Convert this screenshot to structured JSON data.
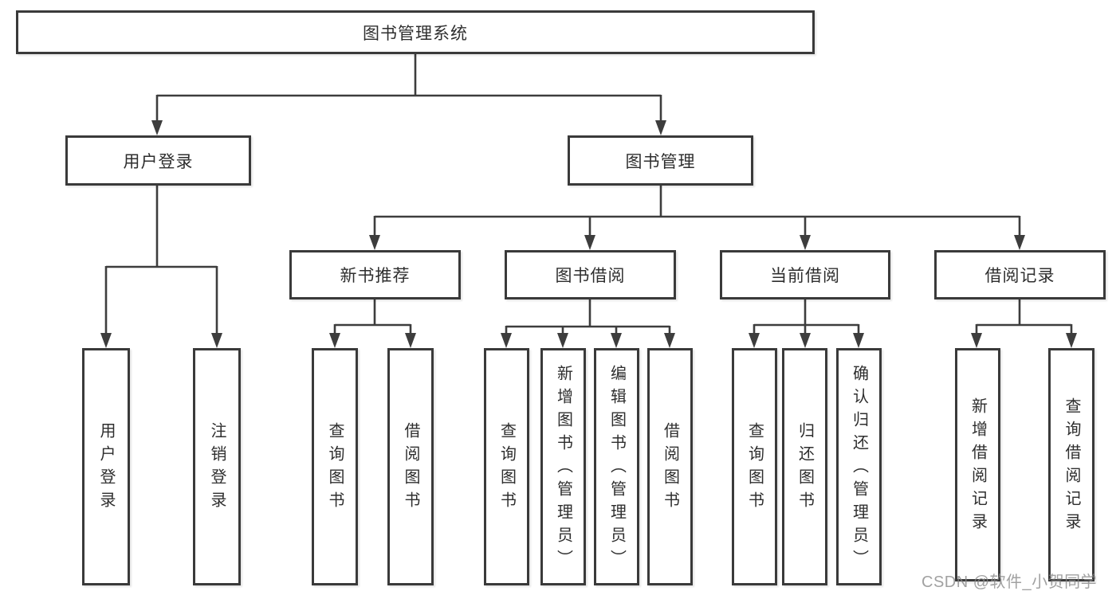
{
  "diagram": {
    "root": {
      "label": "图书管理系统"
    },
    "branches": {
      "user_login": {
        "label": "用户登录"
      },
      "book_management": {
        "label": "图书管理"
      }
    },
    "modules": {
      "new_book_recommend": {
        "label": "新书推荐"
      },
      "book_borrow": {
        "label": "图书借阅"
      },
      "current_borrow": {
        "label": "当前借阅"
      },
      "borrow_record": {
        "label": "借阅记录"
      }
    },
    "leaves": {
      "user_login": {
        "label": "用户登录"
      },
      "logout": {
        "label": "注销登录"
      },
      "recommend_query_book": {
        "label": "查询图书"
      },
      "recommend_borrow_book": {
        "label": "借阅图书"
      },
      "borrow_query_book": {
        "label": "查询图书"
      },
      "borrow_add_book_admin": {
        "label": "新增图书（管理员）"
      },
      "borrow_edit_book_admin": {
        "label": "编辑图书（管理员）"
      },
      "borrow_borrow_book": {
        "label": "借阅图书"
      },
      "current_query_book": {
        "label": "查询图书"
      },
      "current_return_book": {
        "label": "归还图书"
      },
      "current_confirm_return_admin": {
        "label": "确认归还（管理员）"
      },
      "record_add_record": {
        "label": "新增借阅记录"
      },
      "record_query_record": {
        "label": "查询借阅记录"
      }
    }
  },
  "watermark": {
    "text": "CSDN @软件_小贺同学"
  },
  "colors": {
    "line": "#3d3d3d",
    "border": "#3a3a3a",
    "text": "#2e2e2e",
    "background": "#ffffff",
    "watermark": "#868686"
  }
}
